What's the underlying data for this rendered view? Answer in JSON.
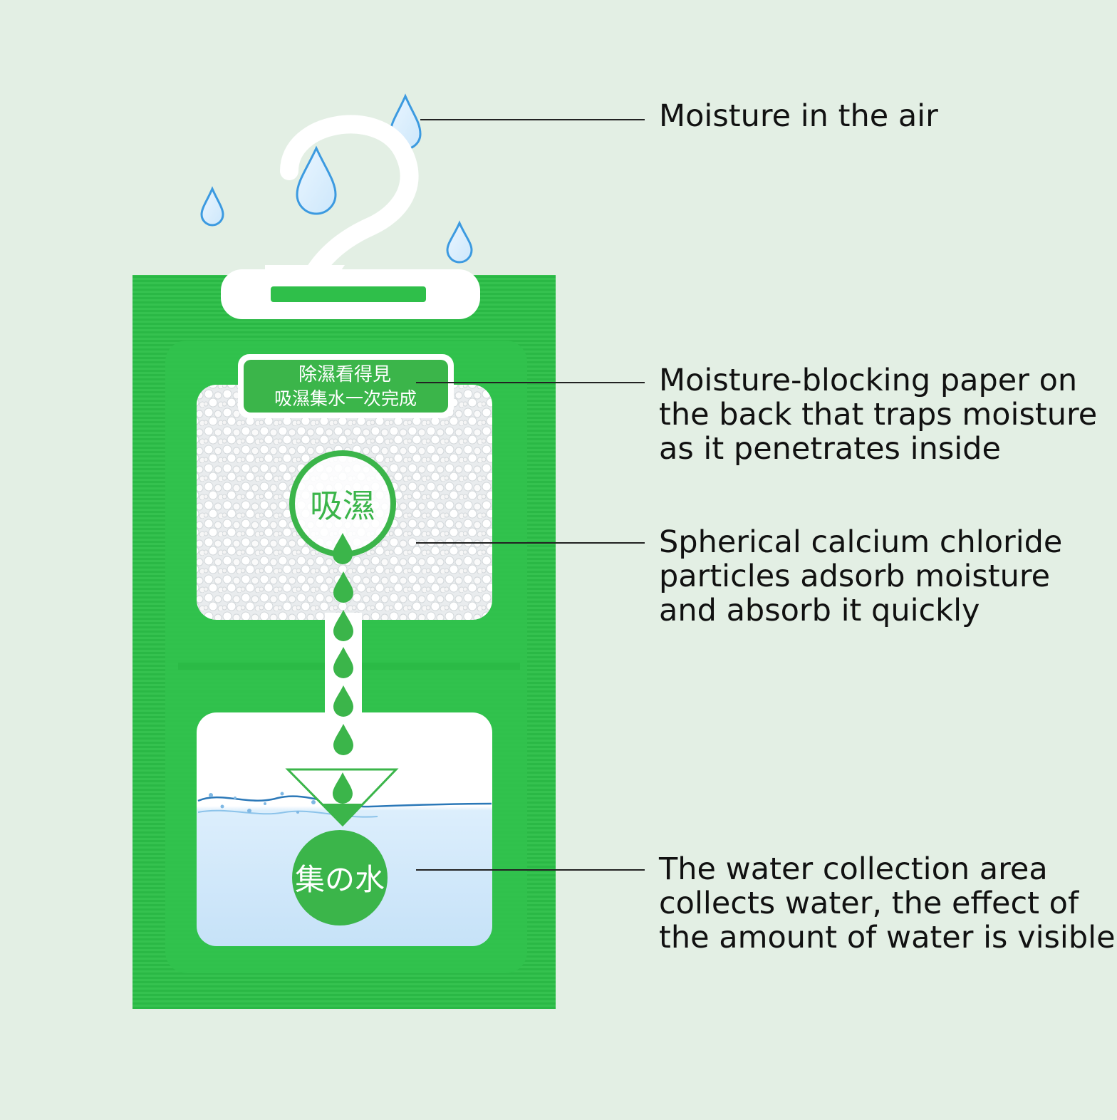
{
  "callouts": [
    {
      "lines": [
        "Moisture in the air"
      ]
    },
    {
      "lines": [
        "Moisture-blocking paper on",
        "the back that traps moisture",
        "as it penetrates inside"
      ]
    },
    {
      "lines": [
        "Spherical calcium chloride",
        "particles adsorb moisture",
        "and absorb it quickly"
      ]
    },
    {
      "lines": [
        "The water collection area",
        "collects water, the effect of",
        "the amount of water is visible"
      ]
    }
  ],
  "bag": {
    "banner_line1": "除濕看得見",
    "banner_line2": "吸濕集水一次完成",
    "absorb_label": "吸濕",
    "collect_label": "集の水"
  },
  "colors": {
    "background": "#e3efe4",
    "bag_green": "#2fbf4a",
    "label_green": "#3bb54a",
    "drop_blue": "#4aa8e8"
  }
}
